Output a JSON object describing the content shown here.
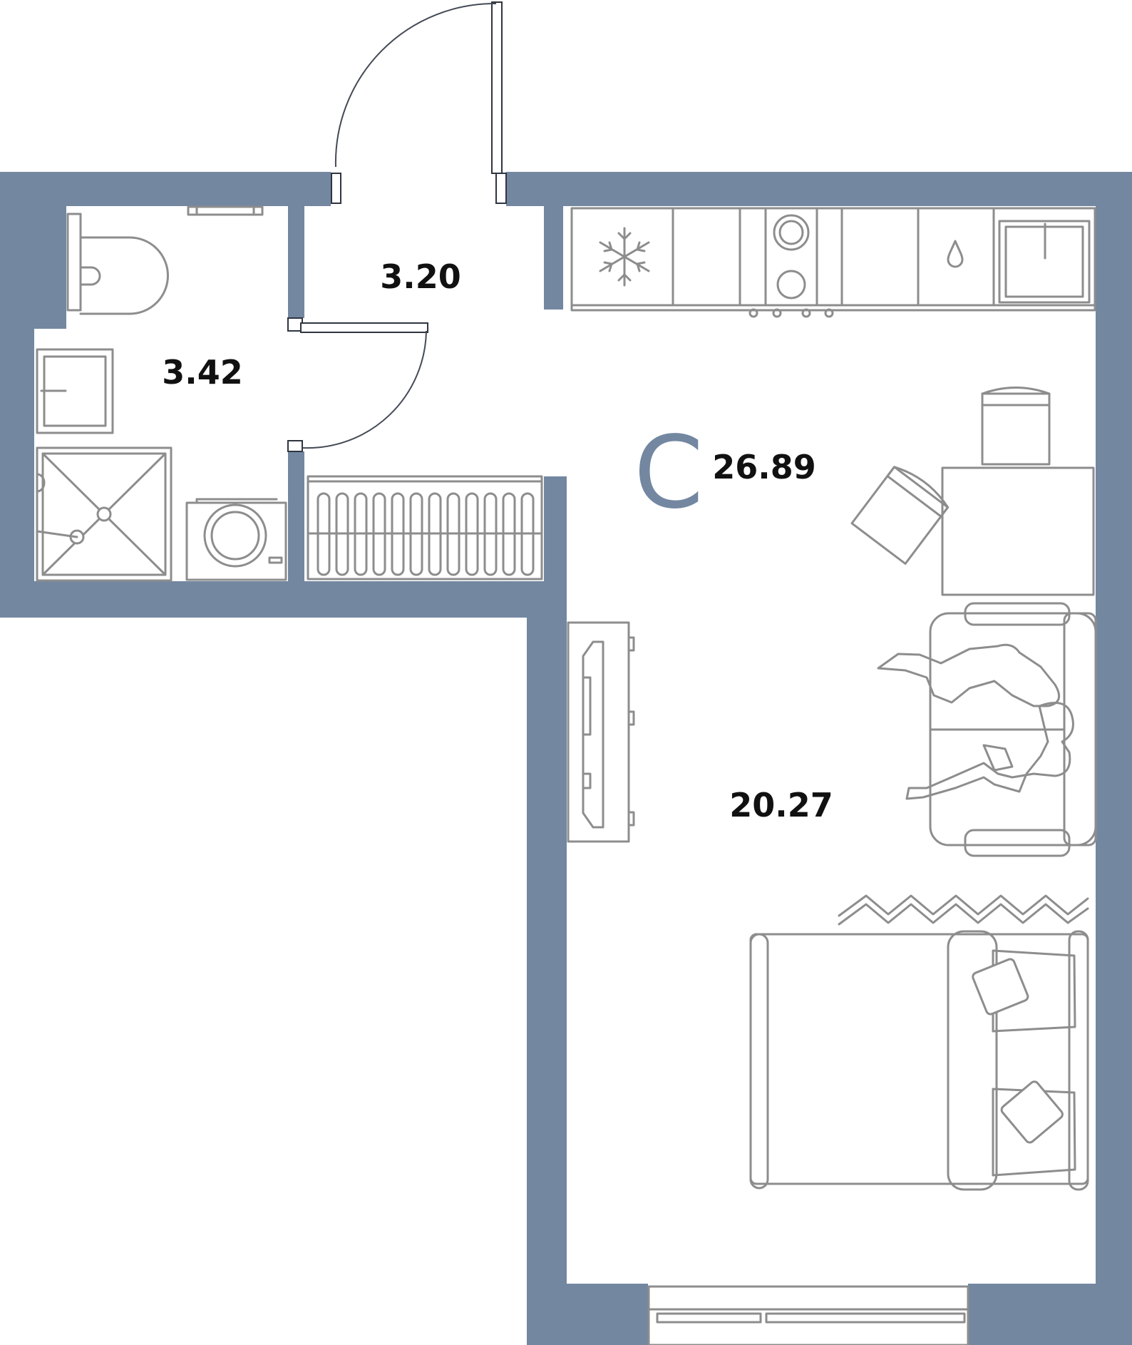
{
  "plan": {
    "type_label": "С",
    "total_area": "26.89",
    "rooms": [
      {
        "id": "hall",
        "area": "3.20"
      },
      {
        "id": "bathroom",
        "area": "3.42"
      },
      {
        "id": "living",
        "area": "20.27"
      }
    ]
  },
  "colors": {
    "wall": "#7387a1",
    "furniture": "#8d8d8d",
    "text": "#111111",
    "background": "#ffffff"
  },
  "icons": [
    "snowflake-icon",
    "water-drop-icon",
    "cooktop-icon",
    "sink-icon",
    "washing-machine-icon",
    "shower-icon",
    "toilet-icon",
    "radiator-icon",
    "tv-icon",
    "sofa-icon",
    "bed-icon",
    "dining-table-icon",
    "chair-icon",
    "door-icon",
    "window-icon"
  ]
}
